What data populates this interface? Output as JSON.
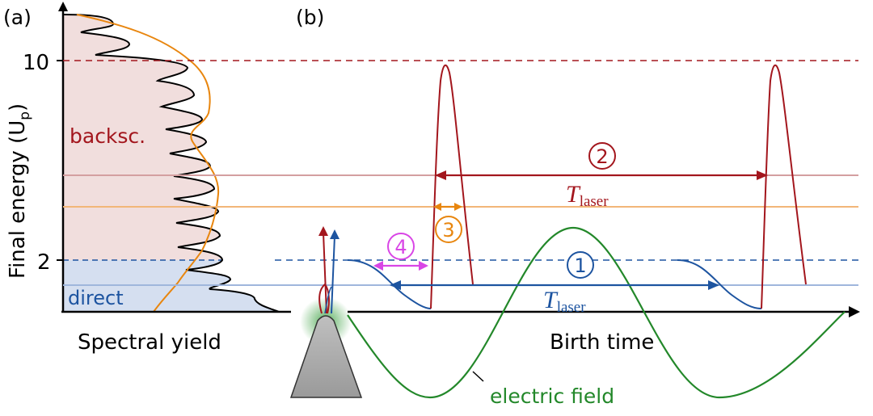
{
  "panel_a": {
    "label": "(a)",
    "y_axis_label": "Final energy (U",
    "y_axis_sub": "p",
    "y_axis_close": ")",
    "x_axis_label": "Spectral yield",
    "tick_10": "10",
    "tick_2": "2",
    "region_backsc": "backsc.",
    "region_direct": "direct"
  },
  "panel_b": {
    "label": "(b)",
    "x_axis_label": "Birth time",
    "field_label": "electric field",
    "marker_1": "1",
    "marker_2": "2",
    "marker_3": "3",
    "marker_4": "4",
    "t_laser_symbol": "T",
    "t_laser_sub": "laser"
  },
  "colors": {
    "backsc": "#a3161d",
    "backsc_fill": "#f1dedd",
    "direct": "#1d54a0",
    "direct_fill": "#d5dff0",
    "orange": "#e8860f",
    "magenta": "#d946e6",
    "green": "#23882a",
    "black": "#000000"
  }
}
